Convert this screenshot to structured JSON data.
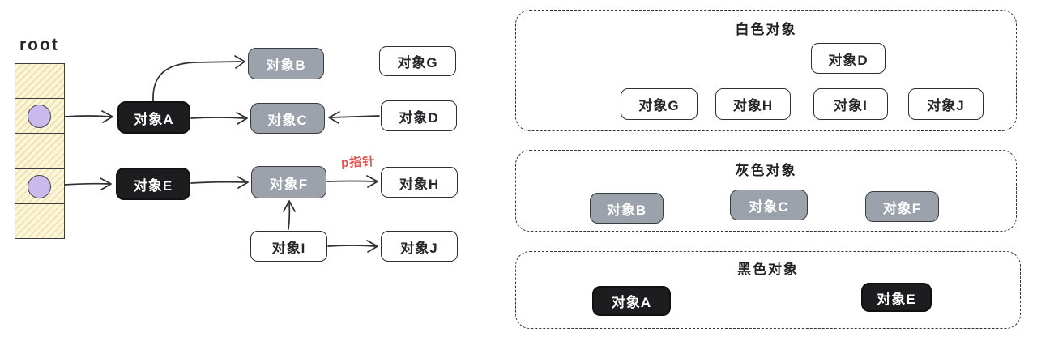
{
  "colors": {
    "black_fill": "#1d1d1f",
    "gray_fill": "#9ba2ac",
    "white_fill": "#ffffff",
    "ink": "#2e2e33",
    "stack_fill": "#fcf6d9",
    "circle_fill": "#c8bbec",
    "pointer_red": "#e2544d"
  },
  "left_diagram": {
    "root_label": "root",
    "pointer_label": "p指针",
    "stack": {
      "cells": 5,
      "pointer_cells": [
        2,
        4
      ]
    },
    "nodes": {
      "A": {
        "label": "对象A",
        "color": "black"
      },
      "B": {
        "label": "对象B",
        "color": "gray"
      },
      "C": {
        "label": "对象C",
        "color": "gray"
      },
      "D": {
        "label": "对象D",
        "color": "white"
      },
      "E": {
        "label": "对象E",
        "color": "black"
      },
      "F": {
        "label": "对象F",
        "color": "gray"
      },
      "G": {
        "label": "对象G",
        "color": "white"
      },
      "H": {
        "label": "对象H",
        "color": "white"
      },
      "I": {
        "label": "对象I",
        "color": "white"
      },
      "J": {
        "label": "对象J",
        "color": "white"
      }
    },
    "edges": [
      {
        "from": "root",
        "to": "对象A"
      },
      {
        "from": "root",
        "to": "对象E"
      },
      {
        "from": "对象A",
        "to": "对象B"
      },
      {
        "from": "对象A",
        "to": "对象C"
      },
      {
        "from": "对象D",
        "to": "对象C"
      },
      {
        "from": "对象E",
        "to": "对象F"
      },
      {
        "from": "对象F",
        "to": "对象H",
        "label": "p指针"
      },
      {
        "from": "对象I",
        "to": "对象F"
      },
      {
        "from": "对象I",
        "to": "对象J"
      }
    ]
  },
  "panels": {
    "white": {
      "title": "白色对象",
      "items": [
        "对象D",
        "对象G",
        "对象H",
        "对象I",
        "对象J"
      ]
    },
    "gray": {
      "title": "灰色对象",
      "items": [
        "对象B",
        "对象C",
        "对象F"
      ]
    },
    "black": {
      "title": "黑色对象",
      "items": [
        "对象A",
        "对象E"
      ]
    }
  }
}
